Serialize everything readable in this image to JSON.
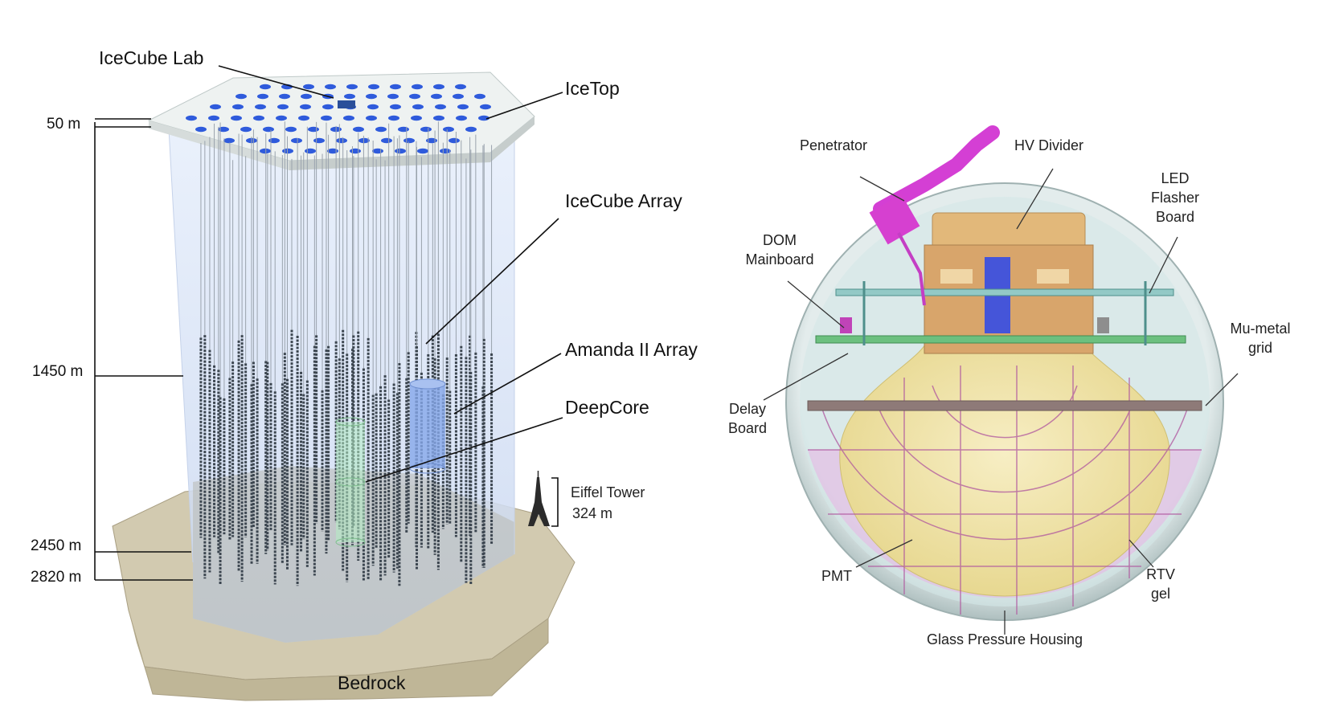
{
  "left_panel": {
    "labels": {
      "icecube_lab": "IceCube Lab",
      "icetop": "IceTop",
      "icecube_array": "IceCube Array",
      "amanda": "Amanda II Array",
      "deepcore": "DeepCore",
      "eiffel_name": "Eiffel Tower",
      "eiffel_height": "324 m",
      "bedrock": "Bedrock"
    },
    "depths": [
      "50 m",
      "1450 m",
      "2450 m",
      "2820 m"
    ]
  },
  "right_panel": {
    "labels": {
      "penetrator": "Penetrator",
      "hv_divider": "HV Divider",
      "led_1": "LED",
      "led_2": "Flasher",
      "led_3": "Board",
      "dom_1": "DOM",
      "dom_2": "Mainboard",
      "mumetal_1": "Mu-metal",
      "mumetal_2": "grid",
      "delay_1": "Delay",
      "delay_2": "Board",
      "pmt": "PMT",
      "rtv_1": "RTV",
      "rtv_2": "gel",
      "glass": "Glass Pressure Housing"
    }
  },
  "colors": {
    "ice_volume": "#dce6f7",
    "icetop_slab": "#e9eeee",
    "icetop_tanks": "#2f5bdc",
    "bedrock": "#cfc7ad",
    "amanda": "#7fa4e8",
    "deepcore": "#a8e8b8",
    "pmt": "#f3e7a6",
    "penetrator": "#d43fd4",
    "glass": "#c9d6d6",
    "rtv_gel": "#e2a6e0"
  }
}
